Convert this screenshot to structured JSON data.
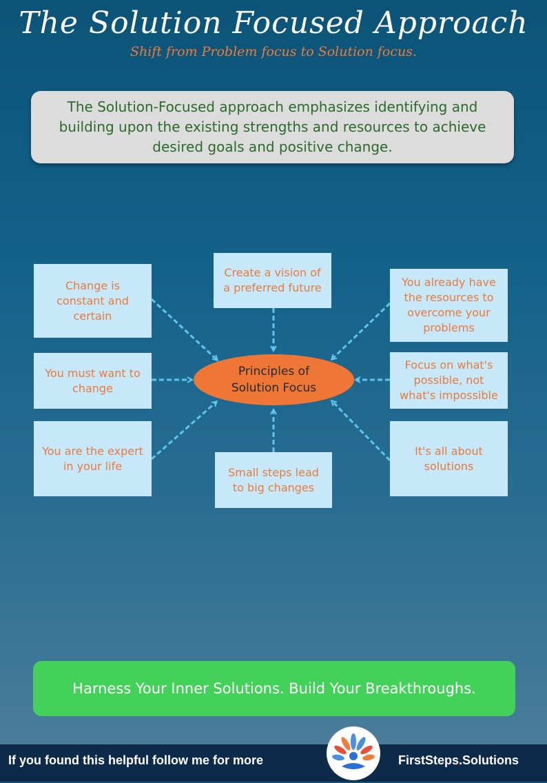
{
  "header": {
    "title": "The Solution Focused Approach",
    "subtitle": "Shift from Problem focus to Solution focus."
  },
  "intro": {
    "text": "The Solution-Focused approach emphasizes identifying and building upon the existing strengths and resources to achieve desired goals and positive change."
  },
  "diagram": {
    "center": "Principles of Solution Focus",
    "nodes": [
      "Change is constant and certain",
      "Create a vision of a preferred future",
      "You already have the resources to overcome your problems",
      "You must want to change",
      "Focus on what's possible, not what's impossible",
      "You are the expert in your life",
      "Small steps lead to big changes",
      "It's all about solutions"
    ]
  },
  "cta": {
    "text": "Harness Your Inner Solutions. Build Your Breakthroughs."
  },
  "footer": {
    "left_text": "If you found this helpful follow me for more",
    "brand": "FirstSteps.Solutions",
    "logo_icon": "fan-person-logo-icon"
  },
  "colors": {
    "node_fill": "#c6e8f8",
    "node_text": "#ea7a3c",
    "hub_fill": "#ee7736",
    "arrow": "#5ec6ef",
    "cta_fill": "#44d15a",
    "footer_bg": "#0d2b48"
  }
}
